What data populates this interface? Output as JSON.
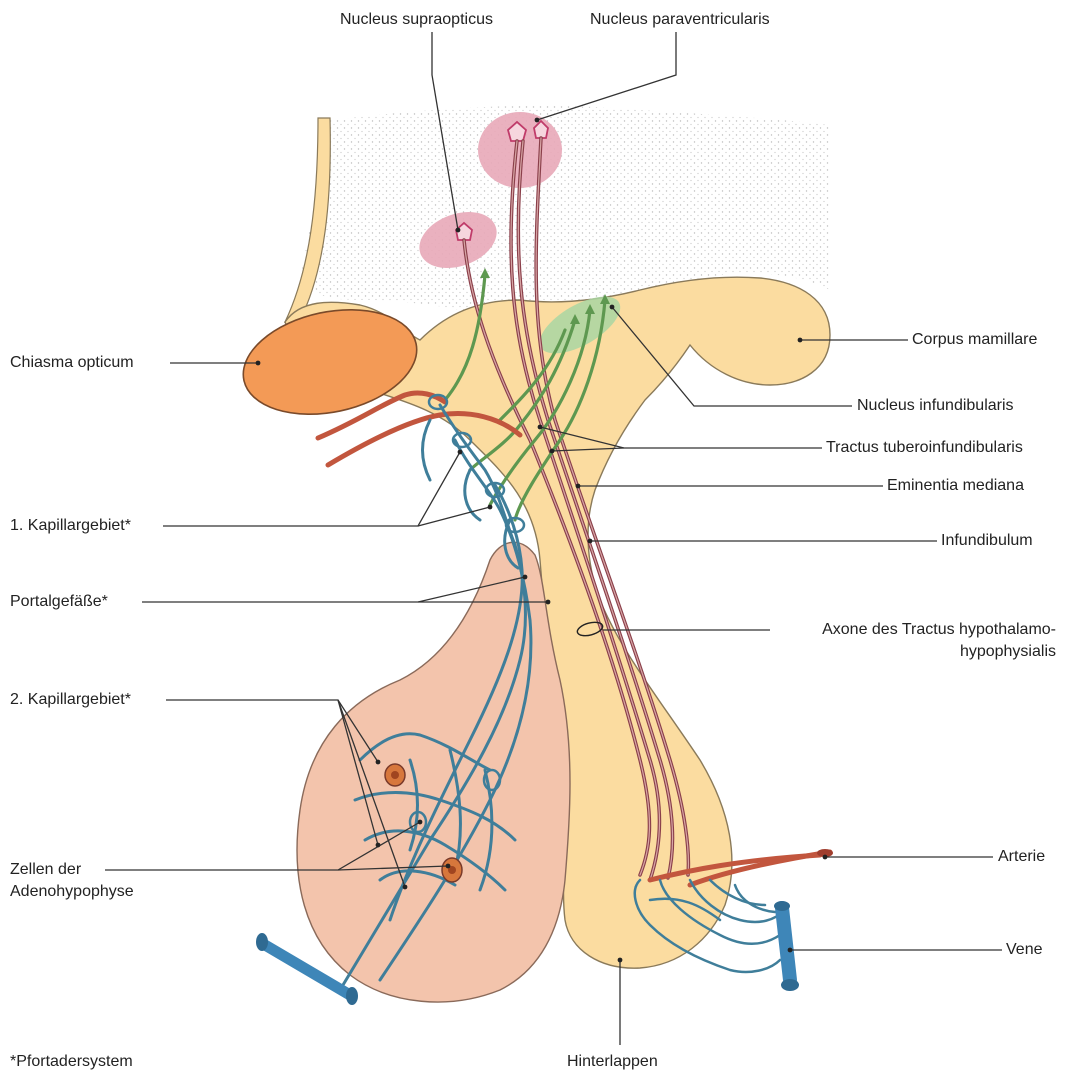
{
  "labels": {
    "nucleus_supraopticus": "Nucleus supraopticus",
    "nucleus_paraventricularis": "Nucleus paraventricularis",
    "chiasma_opticum": "Chiasma opticum",
    "corpus_mamillare": "Corpus mamillare",
    "nucleus_infundibularis": "Nucleus infundibularis",
    "tractus_tuberoinfundibularis": "Tractus tuberoinfundibularis",
    "eminentia_mediana": "Eminentia mediana",
    "infundibulum": "Infundibulum",
    "kapillargebiet_1": "1. Kapillargebiet*",
    "portalgefaesse": "Portalgefäße*",
    "axone_line1": "Axone des Tractus hypothalamo-",
    "axone_line2": "hypophysialis",
    "kapillargebiet_2": "2. Kapillargebiet*",
    "zellen_line1": "Zellen der",
    "zellen_line2": "Adenohypophyse",
    "arterie": "Arterie",
    "vene": "Vene",
    "hinterlappen": "Hinterlappen",
    "footnote": "*Pfortadersystem"
  },
  "colors": {
    "neurohypophysis": "#fbdca0",
    "adenohypophysis": "#f3c4ac",
    "chiasma": "#f39a56",
    "hypothalamus_stipple": "#cfcfcf",
    "nucleus_pink": "#e8a8b8",
    "nucleus_green": "#a9d6a2",
    "axon_dark_red": "#8a3f4a",
    "artery_red": "#c2563e",
    "vein_blue": "#3e86b8",
    "capillary_blue": "#3f7e9a",
    "tract_green": "#5e9850",
    "leader_line": "#333333"
  }
}
